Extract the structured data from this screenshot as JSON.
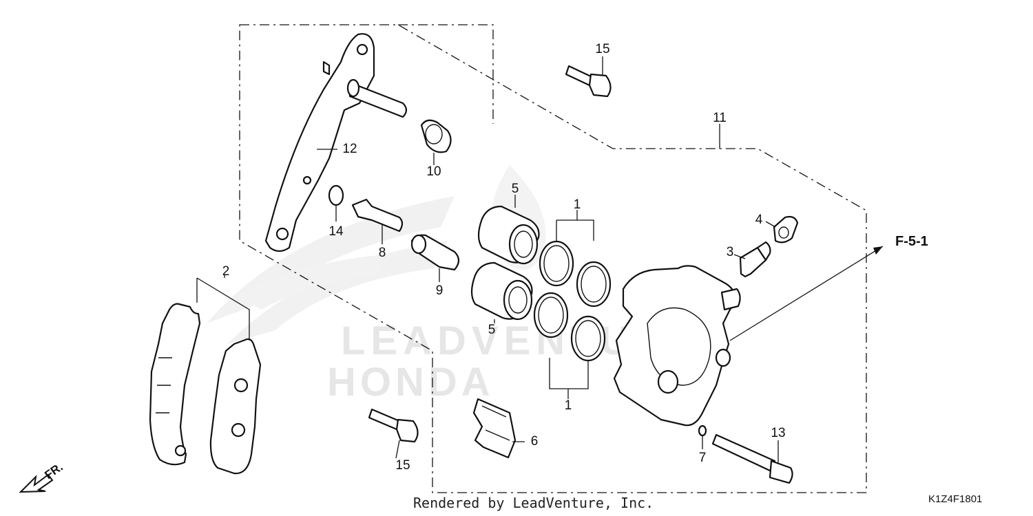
{
  "diagram": {
    "callouts": {
      "c1a": "1",
      "c1b": "1",
      "c2": "2",
      "c3": "3",
      "c4": "4",
      "c5a": "5",
      "c5b": "5",
      "c6": "6",
      "c7": "7",
      "c8": "8",
      "c9": "9",
      "c10": "10",
      "c11": "11",
      "c12": "12",
      "c13": "13",
      "c14": "14",
      "c15a": "15",
      "c15b": "15"
    },
    "reference": "F-5-1",
    "direction_label": "FR.",
    "footer": "Rendered by LeadVenture, Inc.",
    "diagram_code": "K1Z4F1801",
    "watermark": {
      "brand": "LEADVENTURE",
      "logo": "HONDA"
    }
  }
}
